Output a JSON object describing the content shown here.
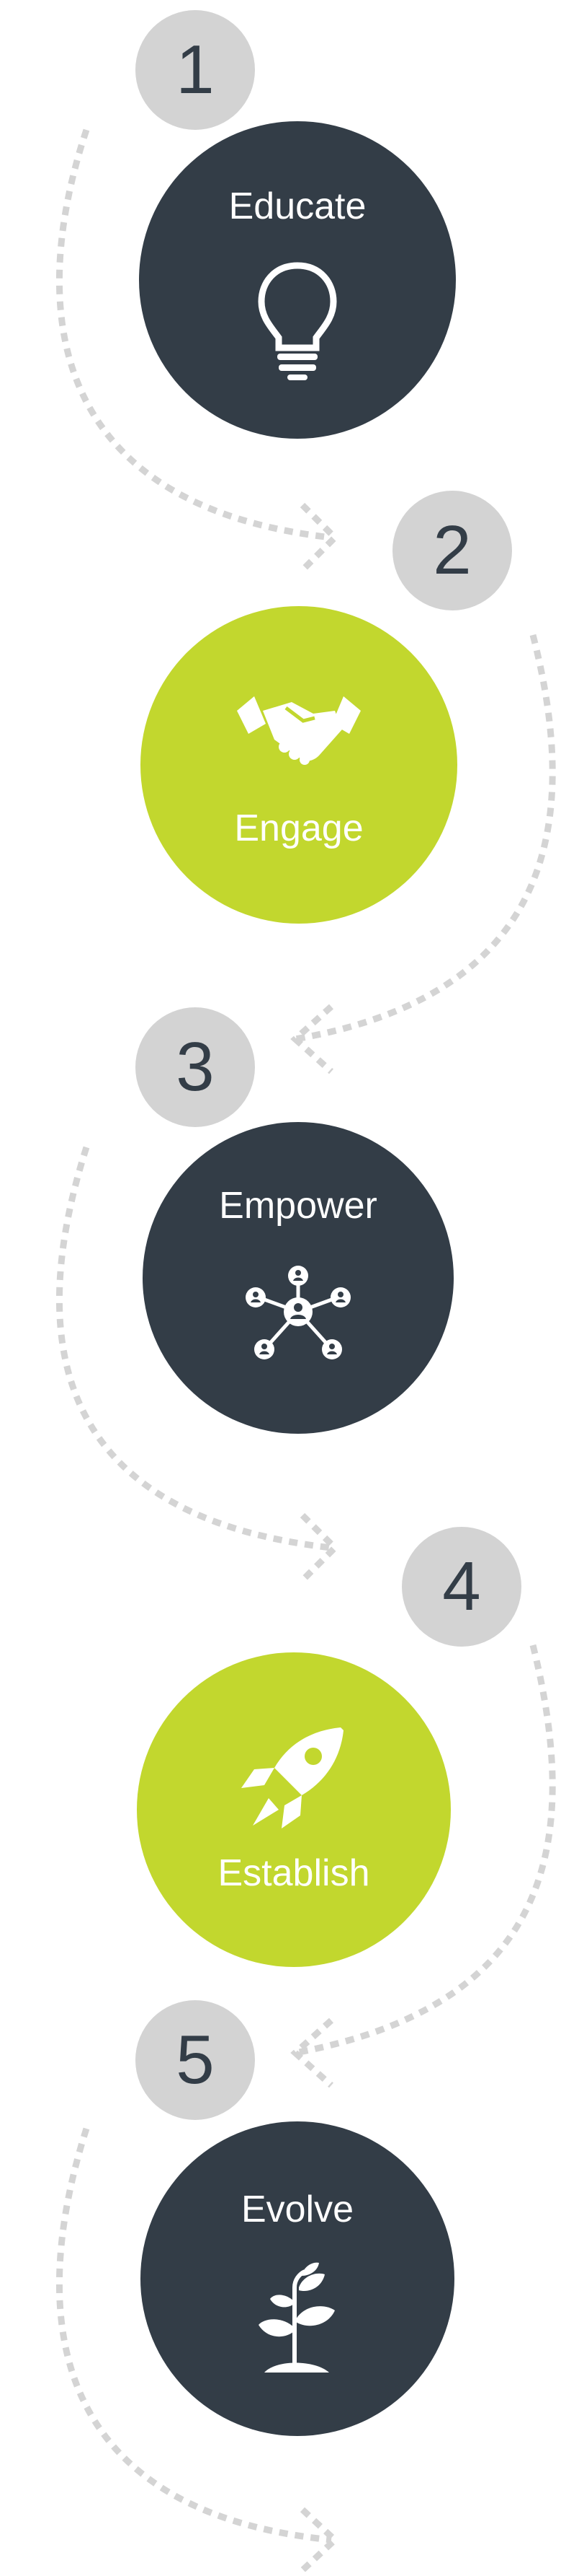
{
  "steps": [
    {
      "number": "1",
      "label": "Educate",
      "icon": "lightbulb-icon",
      "color": "#333d47"
    },
    {
      "number": "2",
      "label": "Engage",
      "icon": "handshake-icon",
      "color": "#c2d72e"
    },
    {
      "number": "3",
      "label": "Empower",
      "icon": "network-people-icon",
      "color": "#333d47"
    },
    {
      "number": "4",
      "label": "Establish",
      "icon": "rocket-icon",
      "color": "#c2d72e"
    },
    {
      "number": "5",
      "label": "Evolve",
      "icon": "plant-sprout-icon",
      "color": "#333d47"
    }
  ],
  "colors": {
    "dark": "#333d47",
    "accent": "#c2d72e",
    "number_bg": "#d3d3d3",
    "connector": "#d4d4d4"
  }
}
